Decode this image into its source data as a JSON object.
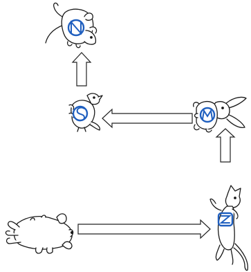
{
  "diagram": {
    "accent_color": "#1f5fbf",
    "figures": [
      {
        "name": "dog-figure",
        "icon": "dog-icon"
      },
      {
        "name": "cat-figure",
        "icon": "cat-icon",
        "marker": "Z"
      },
      {
        "name": "rabbit-figure",
        "icon": "rabbit-icon",
        "marker": "M"
      },
      {
        "name": "bird-figure",
        "icon": "bird-icon",
        "marker": "S"
      },
      {
        "name": "mouse-figure",
        "icon": "mouse-icon",
        "marker": "N"
      }
    ],
    "sequence": [
      "dog-figure",
      "cat-figure",
      "rabbit-figure",
      "bird-figure",
      "mouse-figure"
    ],
    "arrows": [
      {
        "name": "arrow-dog-to-cat",
        "direction": "right"
      },
      {
        "name": "arrow-cat-to-rabbit",
        "direction": "up"
      },
      {
        "name": "arrow-rabbit-to-bird",
        "direction": "left"
      },
      {
        "name": "arrow-bird-to-mouse",
        "direction": "up"
      }
    ]
  }
}
